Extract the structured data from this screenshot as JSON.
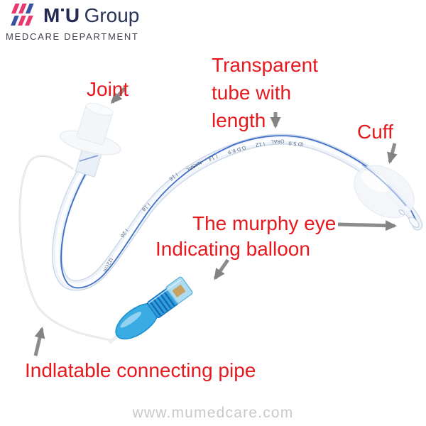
{
  "logo": {
    "word_m": "M",
    "word_u": "U",
    "word_group": "Group",
    "department": "MEDCARE DEPARTMENT",
    "colors": {
      "pink": "#e8386d",
      "blue": "#3952a3",
      "navy": "#232b52"
    }
  },
  "annotations": {
    "color": "#e5191e",
    "joint": "Joint",
    "tube_line1": "Transparent",
    "tube_line2": "tube with",
    "tube_line3": "length",
    "cuff": "Cuff",
    "murphy_eye": "The murphy eye",
    "indicating_balloon": "Indicating balloon",
    "connecting_pipe": "Indlatable connecting pipe"
  },
  "tube_markings": [
    "I22cm",
    "I 20",
    "I 18",
    "I 16",
    "NASAL",
    "I 14",
    "O.D 6.9",
    "I 12",
    "ORAL",
    "ID 5.0"
  ],
  "footer": {
    "watermark": "www.mumedcare.com"
  }
}
